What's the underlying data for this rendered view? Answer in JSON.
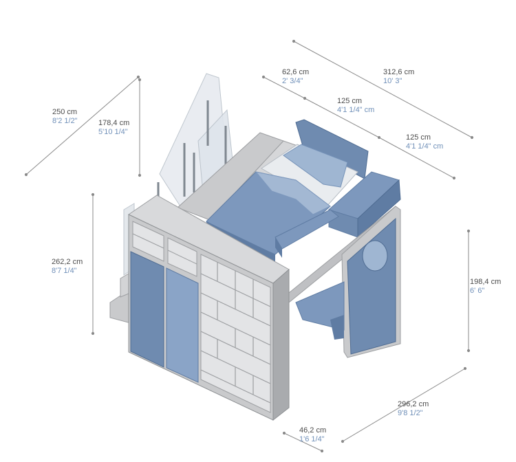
{
  "dimensions": {
    "total_length": {
      "metric": "312,6 cm",
      "imperial": "10' 3\""
    },
    "desk_depth": {
      "metric": "62,6 cm",
      "imperial": "2' 3/4\""
    },
    "bed_width_a": {
      "metric": "125 cm",
      "imperial": "4'1 1/4\" cm"
    },
    "bed_width_b": {
      "metric": "125 cm",
      "imperial": "4'1 1/4\" cm"
    },
    "stair_length": {
      "metric": "250 cm",
      "imperial": "8'2 1/2\""
    },
    "rail_length": {
      "metric": "178,4 cm",
      "imperial": "5'10 1/4\""
    },
    "total_height": {
      "metric": "262,2 cm",
      "imperial": "8'7 1/4\""
    },
    "bed_height": {
      "metric": "198,4 cm",
      "imperial": "6' 6\""
    },
    "total_width": {
      "metric": "296,2 cm",
      "imperial": "9'8 1/2\""
    },
    "cabinet_depth": {
      "metric": "46,2 cm",
      "imperial": "1'6 1/4\""
    }
  },
  "colors": {
    "dim_line": "#8a8a8a",
    "metric_text": "#4a4a4a",
    "imperial_text": "#6f8fb8",
    "furniture_grey": "#c9cacc",
    "furniture_shadow": "#a9abae",
    "blue_panel": "#6f8bb0",
    "blue_light": "#9fb6d2",
    "sheet_white": "#e9ecef"
  }
}
